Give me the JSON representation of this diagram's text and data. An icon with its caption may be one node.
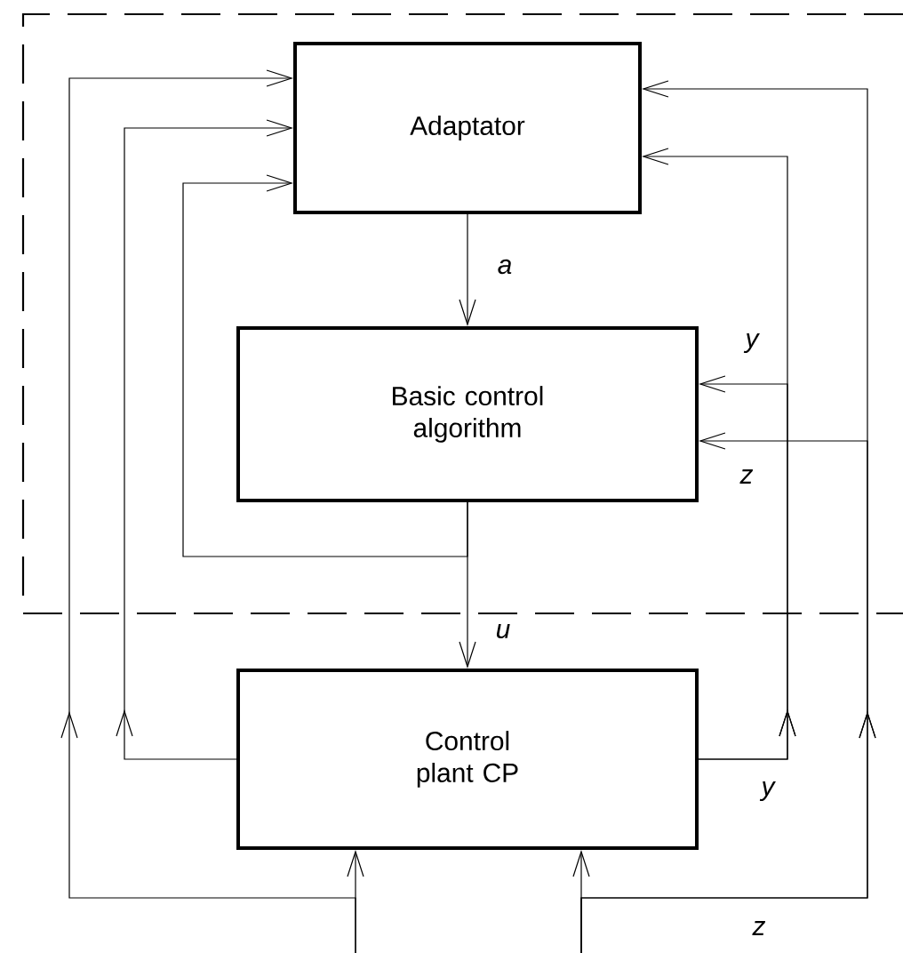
{
  "diagram": {
    "nodes": [
      {
        "text": [
          "Adaptator"
        ]
      },
      {
        "text": [
          "Basic control algorithm"
        ]
      },
      {
        "text": [
          "Control plant CP"
        ]
      }
    ],
    "edges": [
      {
        "from": 0,
        "to": 1,
        "arrow": "to",
        "label": "a"
      },
      {
        "from": 1,
        "to": 2,
        "arrow": "to",
        "label": "u"
      },
      {
        "from": 1,
        "to": 0,
        "arrow": "to"
      },
      {
        "from": 2,
        "to": 0,
        "arrow": "to"
      },
      {
        "from": 2,
        "to": 0,
        "arrow": "to",
        "label": "y"
      },
      {
        "from": 2,
        "to": 1,
        "arrow": "to",
        "label": "y"
      },
      {
        "from": null,
        "to": 2,
        "arrow": "to"
      },
      {
        "from": null,
        "to": 0,
        "arrow": "to"
      },
      {
        "from": null,
        "to": 2,
        "arrow": "to"
      },
      {
        "from": null,
        "to": 0,
        "arrow": "to",
        "label": "z"
      },
      {
        "from": null,
        "to": 1,
        "arrow": "to",
        "label": "z"
      }
    ]
  }
}
